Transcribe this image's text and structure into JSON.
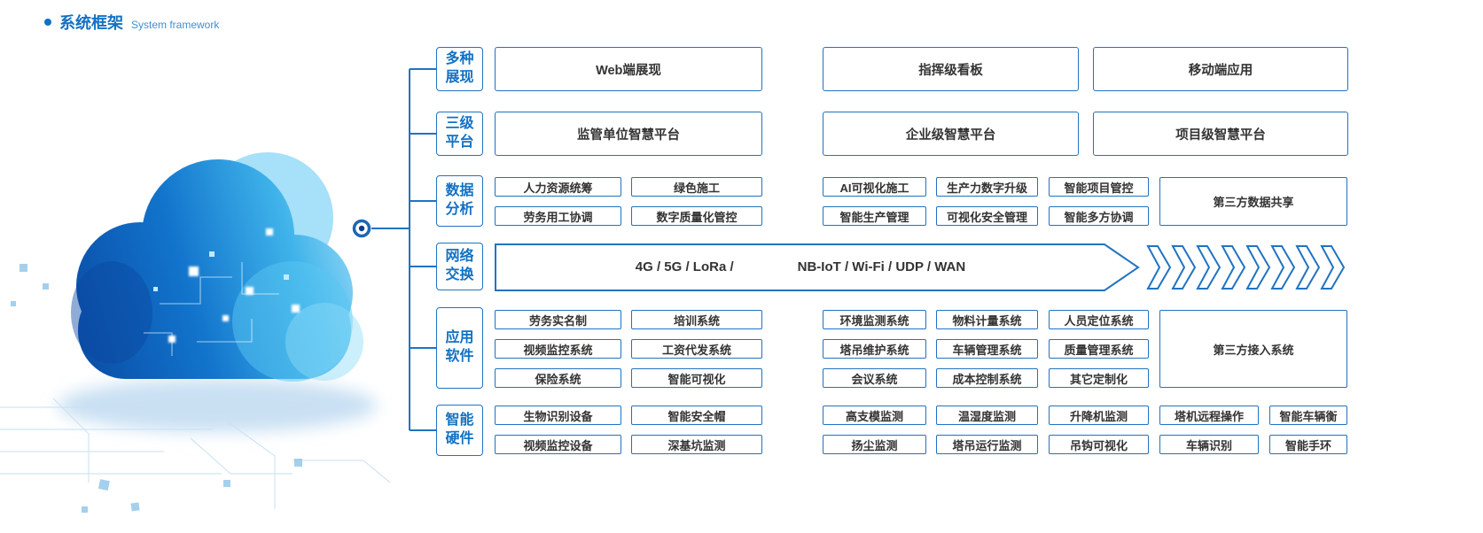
{
  "title": {
    "zh": "系统框架",
    "en": "System framework"
  },
  "colors": {
    "accent": "#1271c3",
    "box_border": "#2173c2",
    "text": "#333333"
  },
  "sections": [
    {
      "label_lines": [
        "多种",
        "展现"
      ],
      "items": [
        "Web端展现",
        "指挥级看板",
        "移动端应用"
      ]
    },
    {
      "label_lines": [
        "三级",
        "平台"
      ],
      "items": [
        "监管单位智慧平台",
        "企业级智慧平台",
        "项目级智慧平台"
      ]
    },
    {
      "label_lines": [
        "数据",
        "分析"
      ],
      "rows": [
        [
          "人力资源统筹",
          "绿色施工",
          "AI可视化施工",
          "生产力数字升级",
          "智能项目管控"
        ],
        [
          "劳务用工协调",
          "数字质量化管控",
          "智能生产管理",
          "可视化安全管理",
          "智能多方协调"
        ]
      ],
      "tall": "第三方数据共享"
    },
    {
      "label_lines": [
        "网络",
        "交换"
      ],
      "text_left": "4G / 5G / LoRa /",
      "text_right": "NB-IoT / Wi-Fi / UDP / WAN"
    },
    {
      "label_lines": [
        "应用",
        "软件"
      ],
      "rows": [
        [
          "劳务实名制",
          "培训系统",
          "环境监测系统",
          "物料计量系统",
          "人员定位系统"
        ],
        [
          "视频监控系统",
          "工资代发系统",
          "塔吊维护系统",
          "车辆管理系统",
          "质量管理系统"
        ],
        [
          "保险系统",
          "智能可视化",
          "会议系统",
          "成本控制系统",
          "其它定制化"
        ]
      ],
      "tall": "第三方接入系统"
    },
    {
      "label_lines": [
        "智能",
        "硬件"
      ],
      "rows": [
        [
          "生物识别设备",
          "智能安全帽",
          "高支模监测",
          "温湿度监测",
          "升降机监测",
          "塔机远程操作",
          "智能车辆衡"
        ],
        [
          "视频监控设备",
          "深基坑监测",
          "扬尘监测",
          "塔吊运行监测",
          "吊钩可视化",
          "车辆识别",
          "智能手环"
        ]
      ]
    }
  ]
}
